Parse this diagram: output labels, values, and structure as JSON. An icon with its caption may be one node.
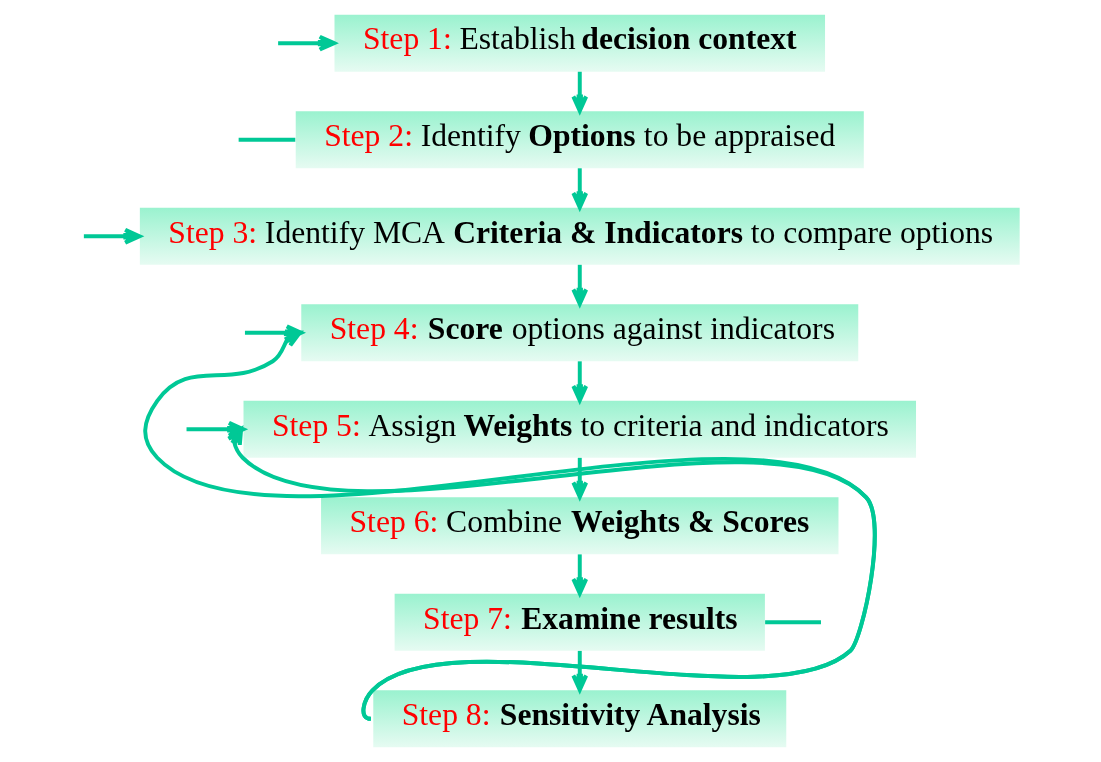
{
  "diagram": {
    "nodes": [
      {
        "text": [
          "Step 1: Establish **decision context**"
        ]
      },
      {
        "text": [
          "Step 2: Identify **Options** to be appraised"
        ]
      },
      {
        "text": [
          "Step 3: Identify MCA **Criteria & Indicators** to compare options"
        ]
      },
      {
        "text": [
          "Step 4: **Score** options against indicators"
        ]
      },
      {
        "text": [
          "Step 5: Assign **Weights** to criteria and indicators"
        ]
      },
      {
        "text": [
          "Step 6: Combine **Weights & Scores**"
        ]
      },
      {
        "text": [
          "Step 7: **Examine results**"
        ]
      },
      {
        "text": [
          "Step 8: **Sensitivity Analysis**"
        ]
      }
    ],
    "edges": [
      {
        "from": 0,
        "to": 1,
        "arrow": "to"
      },
      {
        "from": 1,
        "to": 2,
        "arrow": "to"
      },
      {
        "from": 2,
        "to": 3,
        "arrow": "to"
      },
      {
        "from": 3,
        "to": 4,
        "arrow": "to"
      },
      {
        "from": 4,
        "to": 5,
        "arrow": "to"
      },
      {
        "from": 5,
        "to": 6,
        "arrow": "to"
      },
      {
        "from": 6,
        "to": 7,
        "arrow": "to"
      },
      {
        "from": 7,
        "to": 3,
        "arrow": "to"
      },
      {
        "from": 7,
        "to": 4,
        "arrow": "to"
      },
      {
        "from": null,
        "to": 0,
        "arrow": "to"
      },
      {
        "from": null,
        "to": 1,
        "arrow": "none"
      },
      {
        "from": null,
        "to": 2,
        "arrow": "to"
      },
      {
        "from": null,
        "to": 3,
        "arrow": "to"
      },
      {
        "from": null,
        "to": 4,
        "arrow": "to"
      },
      {
        "from": 6,
        "to": null,
        "arrow": "none"
      }
    ]
  }
}
